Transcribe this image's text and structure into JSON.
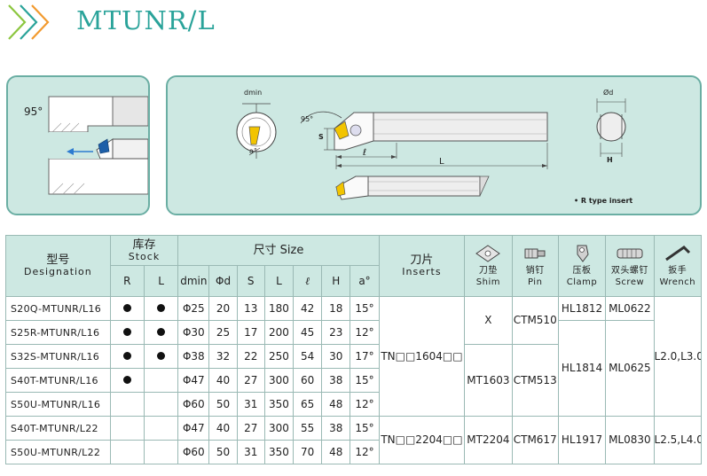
{
  "header": {
    "title": "MTUNR/L"
  },
  "drawing": {
    "angle_label": "95°",
    "angle_label_2": "95°",
    "dmin_label": "dmin",
    "alpha_label": "a°",
    "s_label": "S",
    "l_label": "ℓ",
    "L_label": "L",
    "d_label": "Ød",
    "H_label": "H",
    "insert_note": "• R type insert"
  },
  "table": {
    "headers": {
      "designation_zh": "型号",
      "designation_en": "Designation",
      "stock_zh": "库存",
      "stock_en": "Stock",
      "stock_r": "R",
      "stock_l": "L",
      "size_label": "尺寸 Size",
      "dmin": "dmin",
      "phid": "Φd",
      "s": "S",
      "L": "L",
      "l": "ℓ",
      "H": "H",
      "alpha": "a°",
      "inserts_zh": "刀片",
      "inserts_en": "Inserts",
      "shim_zh": "刀垫",
      "shim_en": "Shim",
      "pin_zh": "销钉",
      "pin_en": "Pin",
      "clamp_zh": "压板",
      "clamp_en": "Clamp",
      "screw_zh": "双头螺钉",
      "screw_en": "Screw",
      "wrench_zh": "扳手",
      "wrench_en": "Wrench"
    },
    "rows": [
      {
        "designation": "S20Q-MTUNR/L16",
        "r": true,
        "l": true,
        "dmin": "Φ25",
        "d": "20",
        "s": "13",
        "L": "180",
        "l_len": "42",
        "H": "18",
        "alpha": "15°"
      },
      {
        "designation": "S25R-MTUNR/L16",
        "r": true,
        "l": true,
        "dmin": "Φ30",
        "d": "25",
        "s": "17",
        "L": "200",
        "l_len": "45",
        "H": "23",
        "alpha": "12°"
      },
      {
        "designation": "S32S-MTUNR/L16",
        "r": true,
        "l": true,
        "dmin": "Φ38",
        "d": "32",
        "s": "22",
        "L": "250",
        "l_len": "54",
        "H": "30",
        "alpha": "17°"
      },
      {
        "designation": "S40T-MTUNR/L16",
        "r": true,
        "l": false,
        "dmin": "Φ47",
        "d": "40",
        "s": "27",
        "L": "300",
        "l_len": "60",
        "H": "38",
        "alpha": "15°"
      },
      {
        "designation": "S50U-MTUNR/L16",
        "r": false,
        "l": false,
        "dmin": "Φ60",
        "d": "50",
        "s": "31",
        "L": "350",
        "l_len": "65",
        "H": "48",
        "alpha": "12°"
      },
      {
        "designation": "S40T-MTUNR/L22",
        "r": false,
        "l": false,
        "dmin": "Φ47",
        "d": "40",
        "s": "27",
        "L": "300",
        "l_len": "55",
        "H": "38",
        "alpha": "15°"
      },
      {
        "designation": "S50U-MTUNR/L22",
        "r": false,
        "l": false,
        "dmin": "Φ60",
        "d": "50",
        "s": "31",
        "L": "350",
        "l_len": "70",
        "H": "48",
        "alpha": "12°"
      }
    ],
    "groups": {
      "insert_16": "TN□□1604□□",
      "insert_22": "TN□□2204□□",
      "shim_x": "X",
      "shim_1603": "MT1603",
      "shim_2204": "MT2204",
      "pin_510": "CTM510",
      "pin_513": "CTM513",
      "pin_617": "CTM617",
      "clamp_1812": "HL1812",
      "clamp_1814": "HL1814",
      "clamp_1917": "HL1917",
      "screw_0622": "ML0622",
      "screw_0625": "ML0625",
      "screw_0830": "ML0830",
      "wrench_16": "L2.0,L3.0",
      "wrench_22": "L2.5,L4.0"
    }
  },
  "colors": {
    "accent": "#2aa39a",
    "panel": "#cde8e2",
    "border": "#6aaea3"
  }
}
